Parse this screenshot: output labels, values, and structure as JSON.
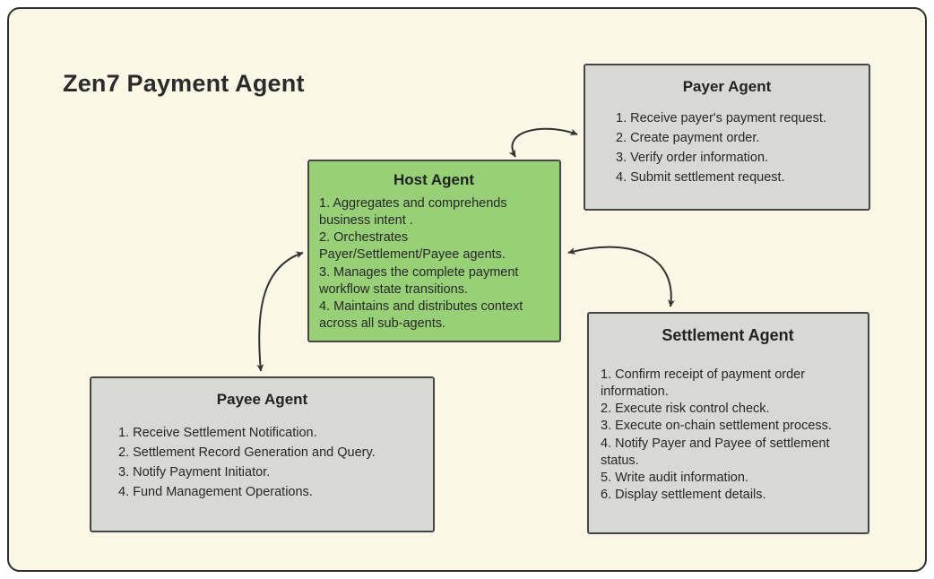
{
  "title": "Zen7 Payment Agent",
  "colors": {
    "canvas_bg": "#FAF7E7",
    "frame_border": "#2f2f2f",
    "host_bg": "#97D077",
    "agent_bg": "#D8D8D5",
    "box_border": "#464646",
    "arrow": "#333333",
    "text": "#272727"
  },
  "boxes": {
    "host": {
      "title": "Host Agent",
      "items": [
        "1. Aggregates and comprehends business intent .",
        "2. Orchestrates Payer/Settlement/Payee agents.",
        "3. Manages the complete payment workflow state transitions.",
        "4. Maintains and distributes context across all sub-agents."
      ]
    },
    "payer": {
      "title": "Payer Agent",
      "items": [
        "1.  Receive payer's payment request.",
        "2.  Create payment order.",
        "3.  Verify order information.",
        "4.  Submit settlement request."
      ]
    },
    "settlement": {
      "title": "Settlement Agent",
      "items": [
        "1. Confirm receipt of payment order information.",
        "2. Execute risk control check.",
        "3. Execute on-chain settlement process.",
        "4. Notify Payer and Payee of settlement status.",
        "5. Write audit information.",
        "6. Display settlement details."
      ]
    },
    "payee": {
      "title": "Payee Agent",
      "items": [
        "1.  Receive Settlement Notification.",
        "2.  Settlement Record Generation and Query.",
        "3.  Notify Payment Initiator.",
        "4.  Fund Management Operations."
      ]
    }
  }
}
